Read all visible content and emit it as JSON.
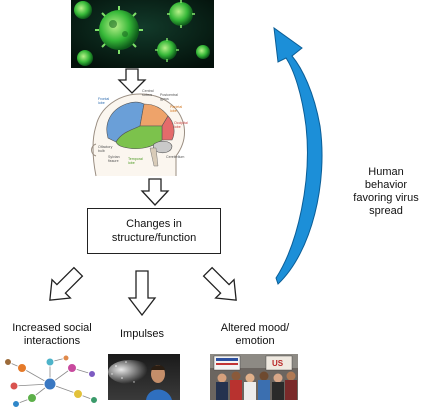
{
  "central_box": {
    "text": "Changes in\nstructure/function"
  },
  "outcomes": {
    "social": "Increased social\ninteractions",
    "impulses": "Impulses",
    "mood": "Altered mood/\nemotion"
  },
  "feedback_label": "Human behavior\nfavoring virus\nspread",
  "brain_labels": {
    "frontal": "Frontal\nlobe",
    "central": "Central\nsulcus",
    "postcentral": "Postcentral\ngyrus",
    "parietal": "Parietal\nlobe",
    "occipital": "Occipital\nlobe",
    "olfactory": "Olfactory\nbulb",
    "temporal": "Temporal\nlobe",
    "sylvian": "Sylvian\nfissure",
    "cerebellum": "Cerebellum"
  },
  "protest_sign": "US",
  "colors": {
    "virus_bg": "#05140a",
    "virus_green": "#34c233",
    "arrow_blue": "#1c8fd8",
    "frontal": "#6a9fd8",
    "temporal": "#7cc24c",
    "parietal": "#eea36a",
    "occipital": "#e46b6b"
  }
}
